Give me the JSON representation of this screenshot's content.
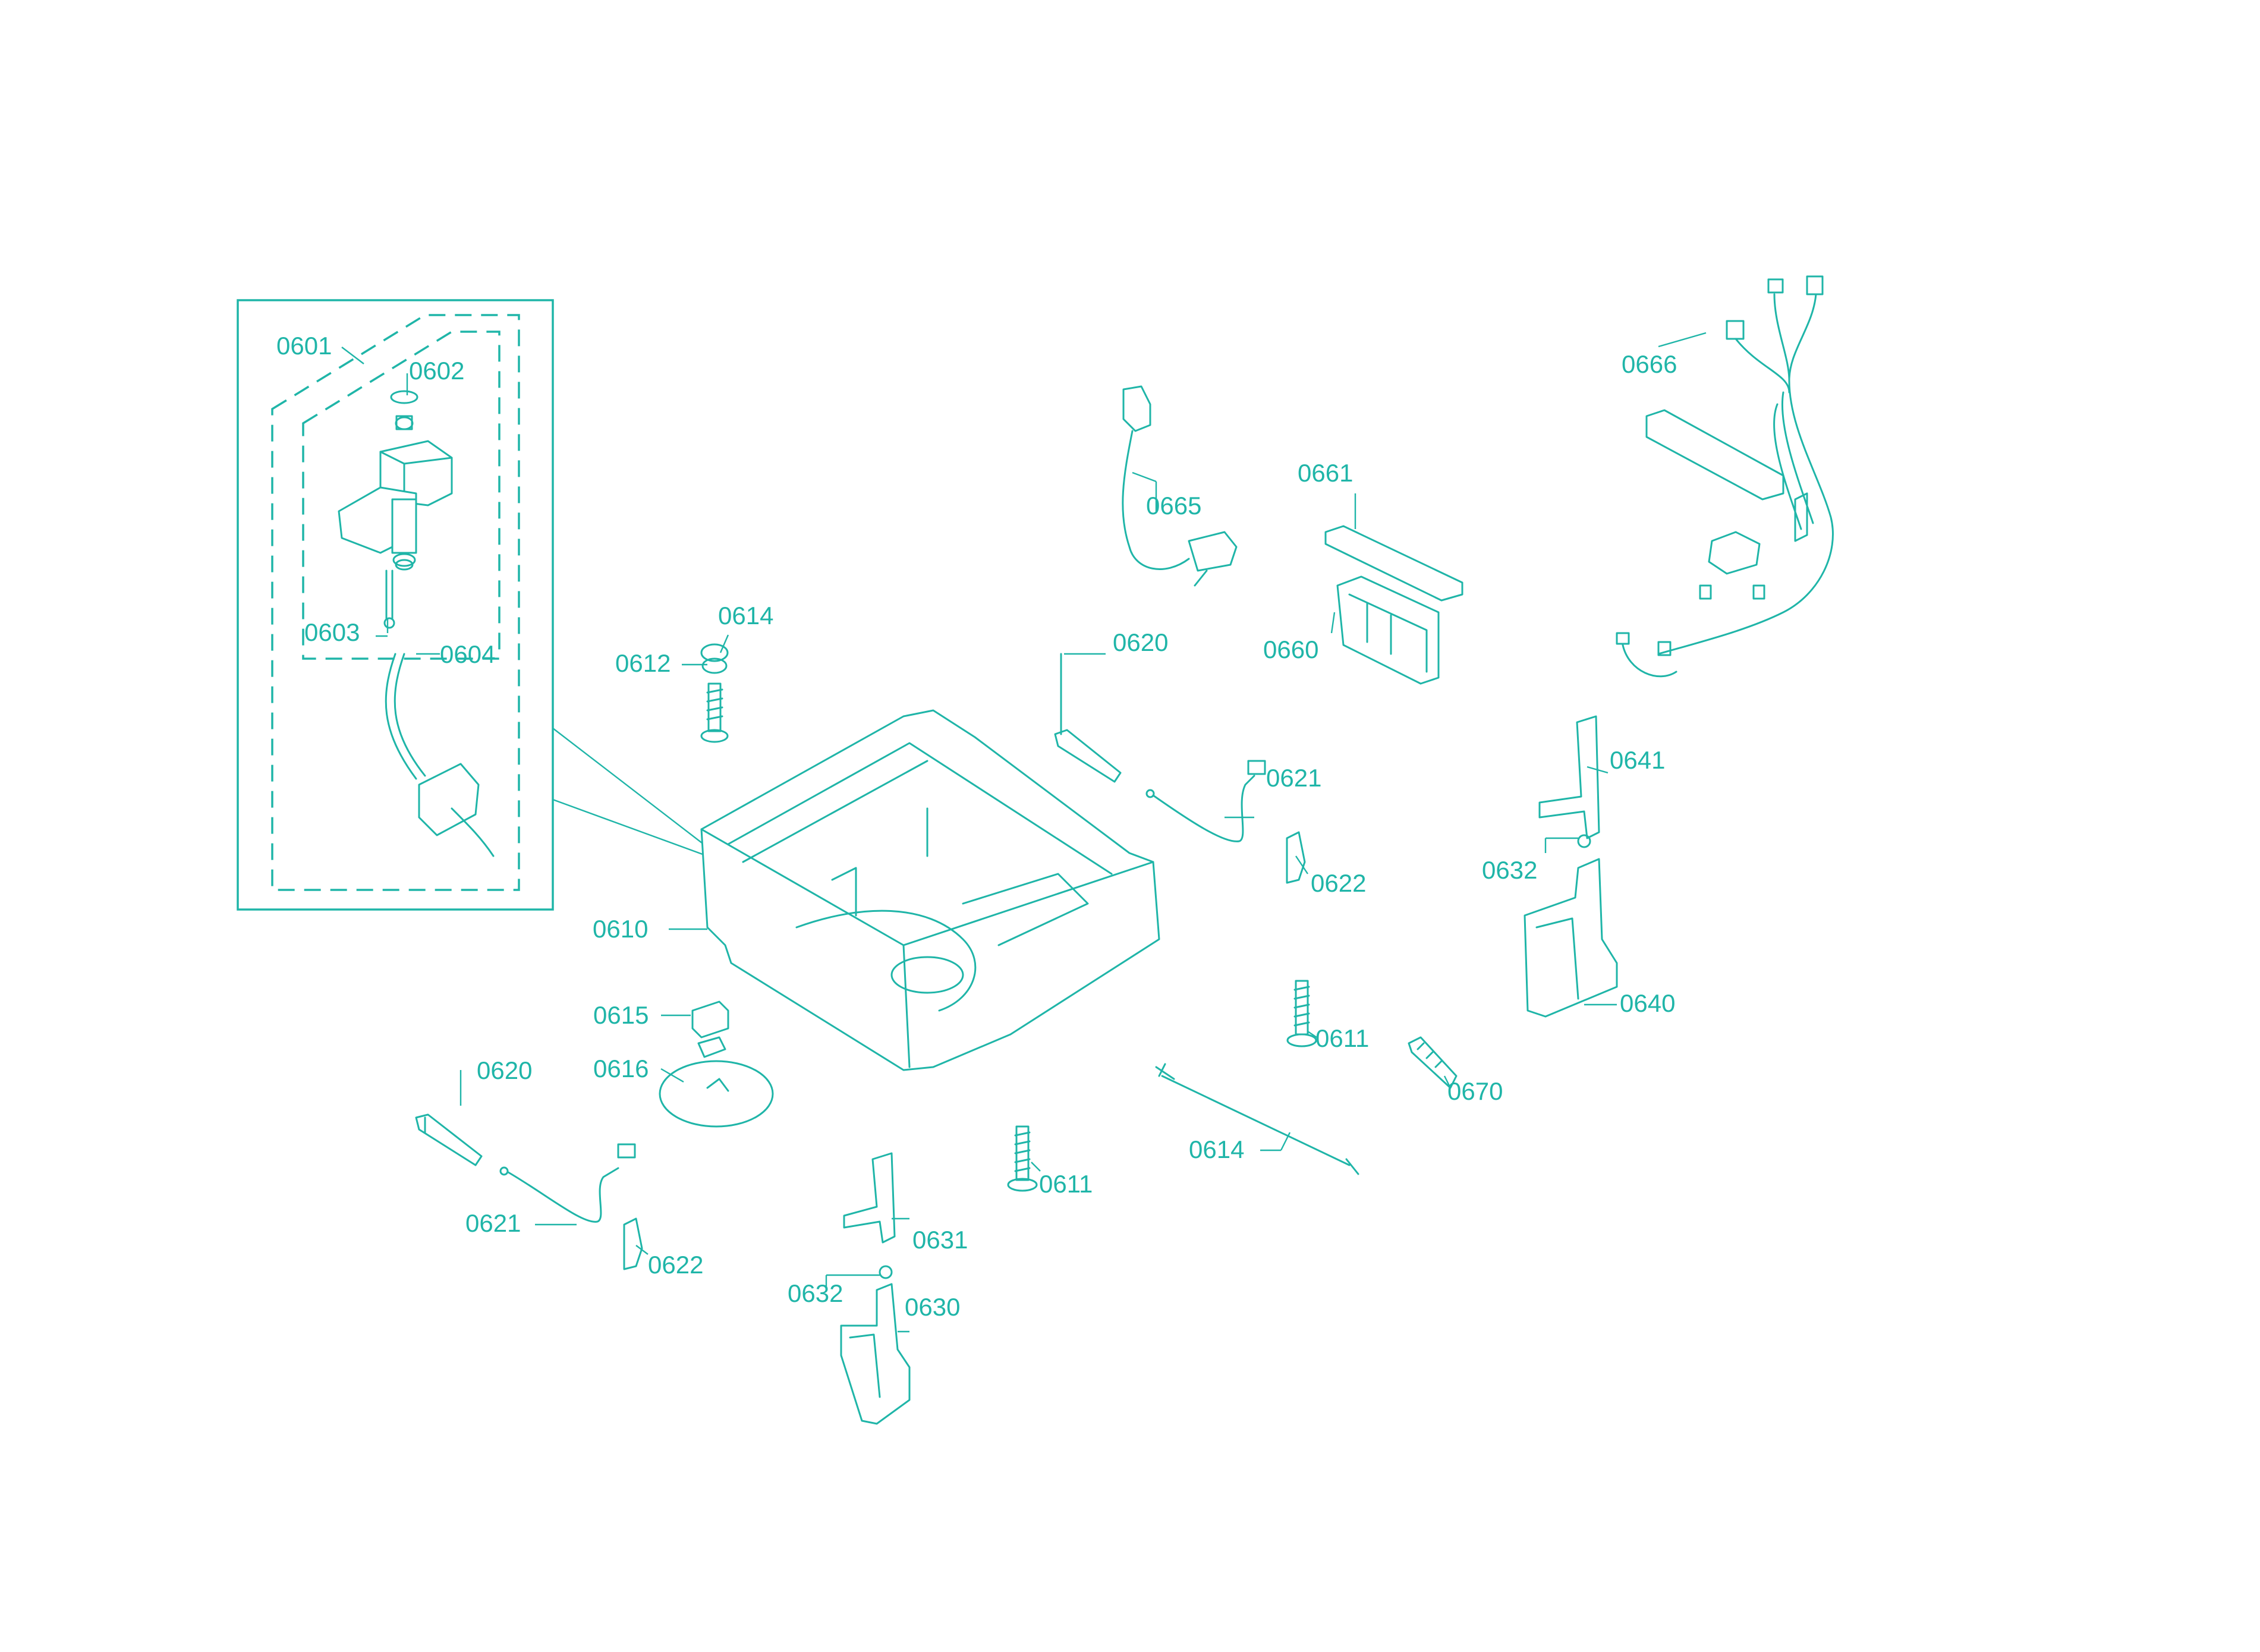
{
  "diagram": {
    "title": "",
    "accent_color": "#1fb5a8",
    "callouts": [
      {
        "id": "0601",
        "label": "0601"
      },
      {
        "id": "0602",
        "label": "0602"
      },
      {
        "id": "0603",
        "label": "0603"
      },
      {
        "id": "0604",
        "label": "0604"
      },
      {
        "id": "0610",
        "label": "0610"
      },
      {
        "id": "0611a",
        "label": "0611"
      },
      {
        "id": "0611b",
        "label": "0611"
      },
      {
        "id": "0612",
        "label": "0612"
      },
      {
        "id": "0614a",
        "label": "0614"
      },
      {
        "id": "0614b",
        "label": "0614"
      },
      {
        "id": "0615",
        "label": "0615"
      },
      {
        "id": "0616",
        "label": "0616"
      },
      {
        "id": "0620a",
        "label": "0620"
      },
      {
        "id": "0620b",
        "label": "0620"
      },
      {
        "id": "0621a",
        "label": "0621"
      },
      {
        "id": "0621b",
        "label": "0621"
      },
      {
        "id": "0622a",
        "label": "0622"
      },
      {
        "id": "0622b",
        "label": "0622"
      },
      {
        "id": "0630",
        "label": "0630"
      },
      {
        "id": "0631",
        "label": "0631"
      },
      {
        "id": "0632a",
        "label": "0632"
      },
      {
        "id": "0632b",
        "label": "0632"
      },
      {
        "id": "0640",
        "label": "0640"
      },
      {
        "id": "0641",
        "label": "0641"
      },
      {
        "id": "0660",
        "label": "0660"
      },
      {
        "id": "0661",
        "label": "0661"
      },
      {
        "id": "0665",
        "label": "0665"
      },
      {
        "id": "0666",
        "label": "0666"
      },
      {
        "id": "0670",
        "label": "0670"
      }
    ]
  }
}
